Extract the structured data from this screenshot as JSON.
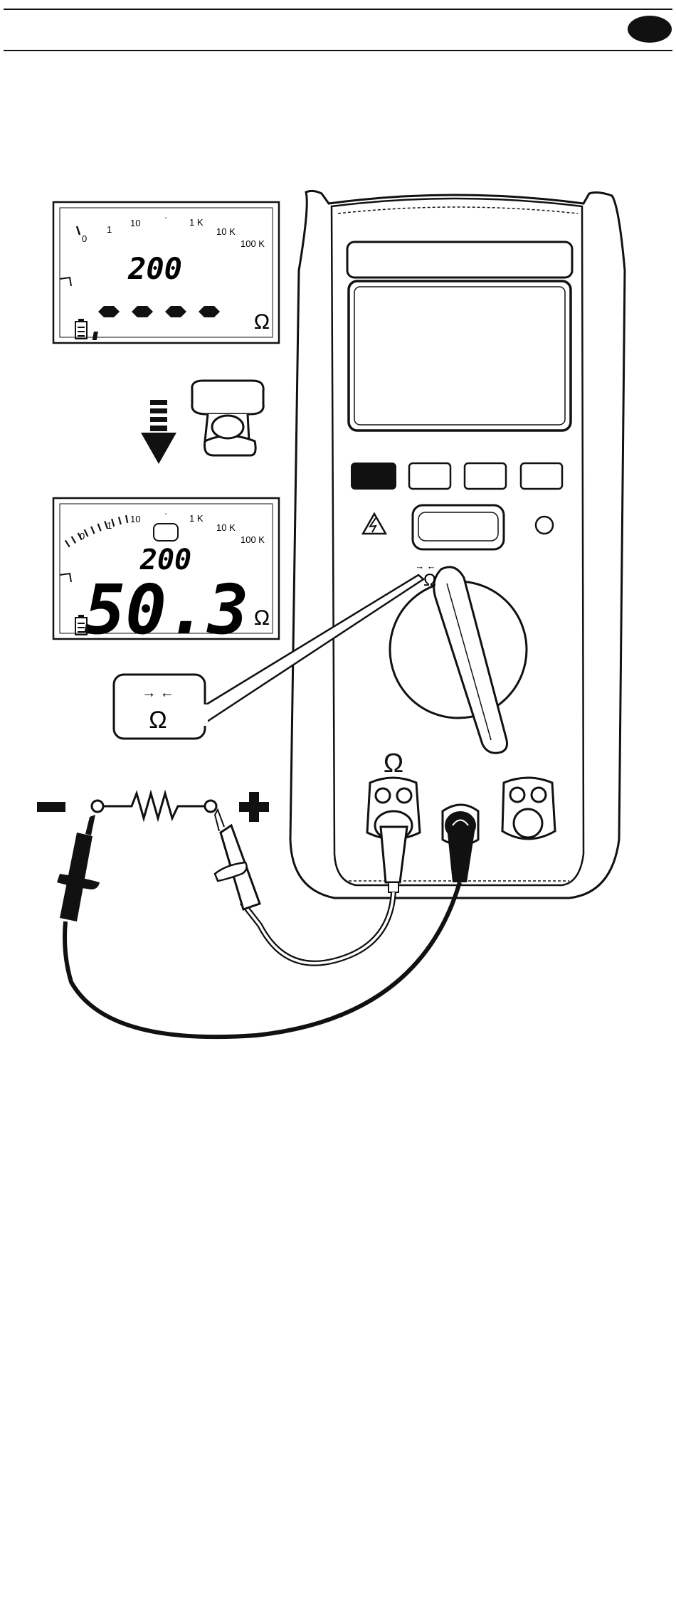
{
  "header": {
    "tab_color": "#111111"
  },
  "display_before": {
    "scale_labels": [
      "0",
      "1",
      "10",
      "·",
      "1 K",
      "10 K",
      "100 K"
    ],
    "range_value": "200",
    "unit": "Ω"
  },
  "display_after": {
    "scale_labels": [
      "0",
      "1",
      "10",
      "·",
      "1 K",
      "10 K",
      "100 K"
    ],
    "range_value": "200",
    "main_reading": "50.3",
    "unit": "Ω",
    "bargraph_level": 0.33
  },
  "callout": {
    "arrows": "→ ←",
    "unit": "Ω"
  },
  "meter": {
    "dial_label_arrows": "→ ←",
    "dial_label_unit": "Ω",
    "input_label": "Ω"
  },
  "circuit": {
    "minus": "−",
    "plus": "+"
  }
}
